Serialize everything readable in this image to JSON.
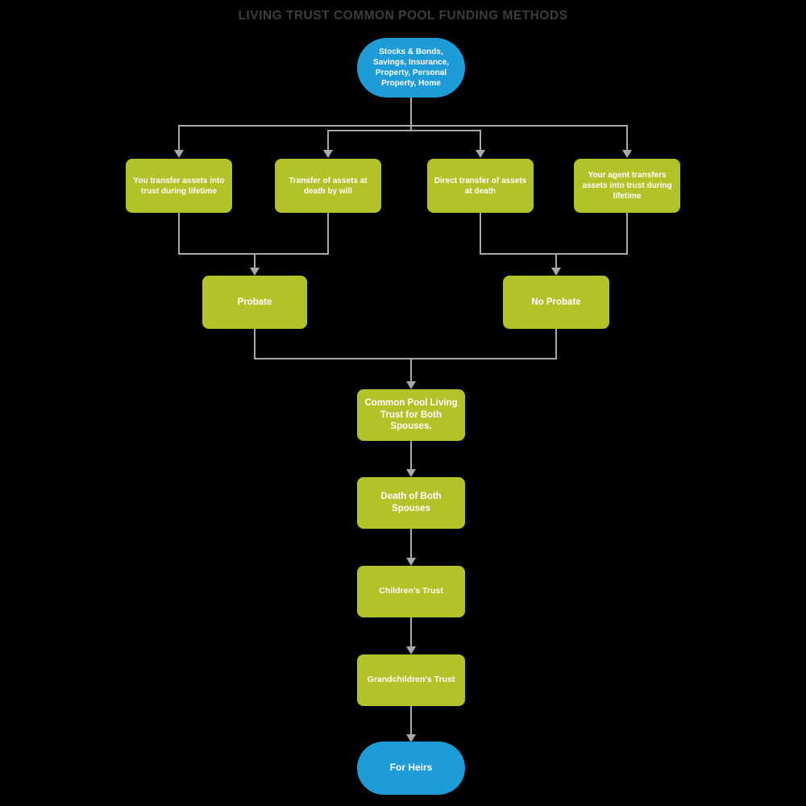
{
  "title": "LIVING TRUST COMMON POOL FUNDING METHODS",
  "colors": {
    "background": "#000000",
    "node_green": "#b2c228",
    "node_blue": "#1e9cd8",
    "connector_gray": "#a9a9a9",
    "title_gray": "#3d3d3d",
    "node_text": "#ffffff"
  },
  "nodes": {
    "source": {
      "label": "Stocks & Bonds, Savings, Insurance, Property, Personal Property, Home",
      "shape": "ellipse",
      "color": "blue"
    },
    "method1": {
      "label": "You transfer assets into trust during lifetime",
      "shape": "rounded-rect",
      "color": "green"
    },
    "method2": {
      "label": "Transfer of assets at death by will",
      "shape": "rounded-rect",
      "color": "green"
    },
    "method3": {
      "label": "Direct transfer of assets at death",
      "shape": "rounded-rect",
      "color": "green"
    },
    "method4": {
      "label": "Your agent transfers assets into trust during lifetime",
      "shape": "rounded-rect",
      "color": "green"
    },
    "probate": {
      "label": "Probate",
      "shape": "rounded-rect",
      "color": "green"
    },
    "no_probate": {
      "label": "No Probate",
      "shape": "rounded-rect",
      "color": "green"
    },
    "common_pool": {
      "label": "Common Pool Living Trust for Both Spouses.",
      "shape": "rounded-rect",
      "color": "green"
    },
    "death": {
      "label": "Death of Both Spouses",
      "shape": "rounded-rect",
      "color": "green"
    },
    "children": {
      "label": "Children's Trust",
      "shape": "rounded-rect",
      "color": "green"
    },
    "grandchildren": {
      "label": "Grandchildren's Trust",
      "shape": "rounded-rect",
      "color": "green"
    },
    "heirs": {
      "label": "For Heirs",
      "shape": "ellipse",
      "color": "blue"
    }
  },
  "edges": [
    {
      "from": "source",
      "to": "method1"
    },
    {
      "from": "source",
      "to": "method2"
    },
    {
      "from": "source",
      "to": "method3"
    },
    {
      "from": "source",
      "to": "method4"
    },
    {
      "from": "method1",
      "to": "probate"
    },
    {
      "from": "method2",
      "to": "probate"
    },
    {
      "from": "method3",
      "to": "no_probate"
    },
    {
      "from": "method4",
      "to": "no_probate"
    },
    {
      "from": "probate",
      "to": "common_pool"
    },
    {
      "from": "no_probate",
      "to": "common_pool"
    },
    {
      "from": "common_pool",
      "to": "death"
    },
    {
      "from": "death",
      "to": "children"
    },
    {
      "from": "children",
      "to": "grandchildren"
    },
    {
      "from": "grandchildren",
      "to": "heirs"
    }
  ]
}
